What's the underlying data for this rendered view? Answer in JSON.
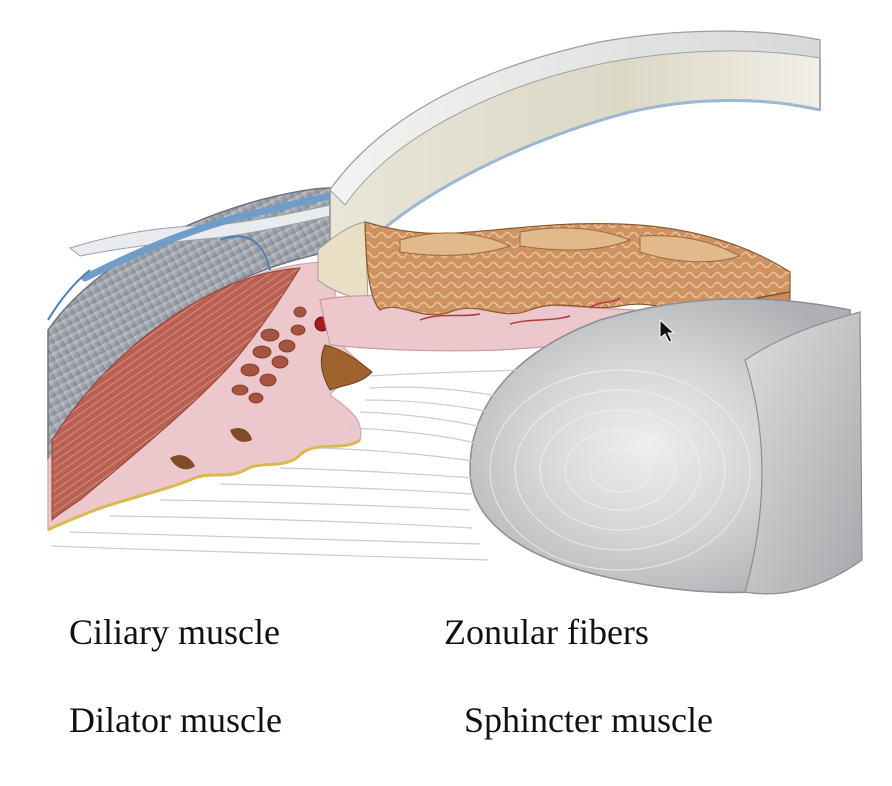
{
  "labels": {
    "ciliary_muscle": "Ciliary muscle",
    "zonular_fibers": "Zonular fibers",
    "dilator_muscle": "Dilator muscle",
    "sphincter_muscle": "Sphincter muscle"
  },
  "colors": {
    "sclera_gray": "#b9bdc4",
    "cornea": "#e4e1d3",
    "iris_stroma": "#c98a5a",
    "iris_pink": "#ecc7cc",
    "ciliary_muscle_red": "#b5584a",
    "vessel_blue": "#6f9cc8",
    "lens_gray": "#cfd1d3"
  },
  "icons": {
    "cursor": "mouse-pointer-icon"
  }
}
